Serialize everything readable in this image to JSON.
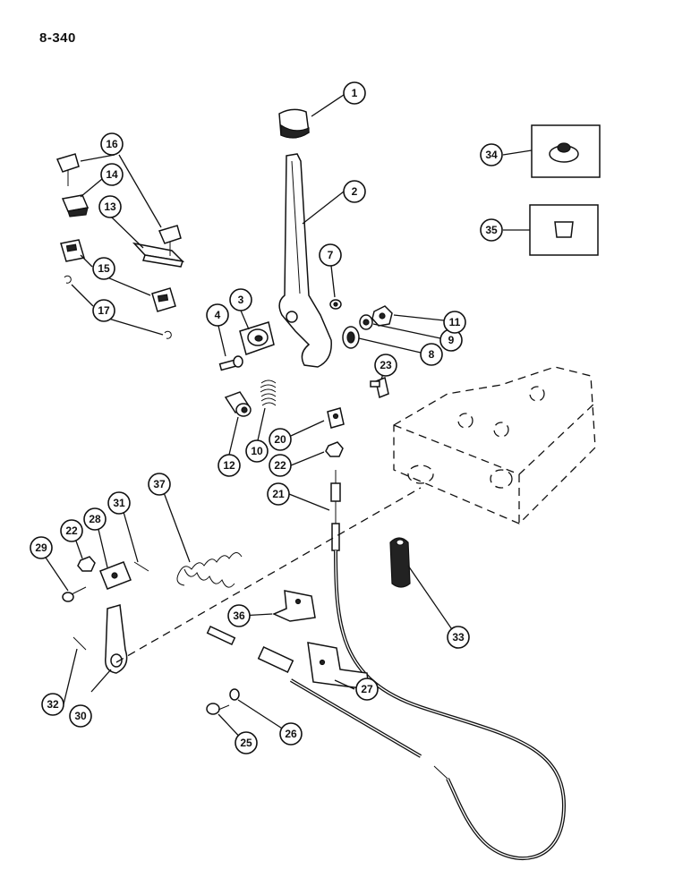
{
  "page": {
    "number": "8-340"
  },
  "callouts": [
    {
      "id": "1",
      "label": "1"
    },
    {
      "id": "2",
      "label": "2"
    },
    {
      "id": "3",
      "label": "3"
    },
    {
      "id": "4",
      "label": "4"
    },
    {
      "id": "7",
      "label": "7"
    },
    {
      "id": "8",
      "label": "8"
    },
    {
      "id": "9",
      "label": "9"
    },
    {
      "id": "10",
      "label": "10"
    },
    {
      "id": "11",
      "label": "11"
    },
    {
      "id": "12",
      "label": "12"
    },
    {
      "id": "13",
      "label": "13"
    },
    {
      "id": "14",
      "label": "14"
    },
    {
      "id": "15",
      "label": "15"
    },
    {
      "id": "16",
      "label": "16"
    },
    {
      "id": "17",
      "label": "17"
    },
    {
      "id": "20",
      "label": "20"
    },
    {
      "id": "21",
      "label": "21"
    },
    {
      "id": "22a",
      "label": "22"
    },
    {
      "id": "22b",
      "label": "22"
    },
    {
      "id": "23",
      "label": "23"
    },
    {
      "id": "25",
      "label": "25"
    },
    {
      "id": "26",
      "label": "26"
    },
    {
      "id": "27",
      "label": "27"
    },
    {
      "id": "28",
      "label": "28"
    },
    {
      "id": "29",
      "label": "29"
    },
    {
      "id": "30",
      "label": "30"
    },
    {
      "id": "31",
      "label": "31"
    },
    {
      "id": "32",
      "label": "32"
    },
    {
      "id": "33",
      "label": "33"
    },
    {
      "id": "34",
      "label": "34"
    },
    {
      "id": "35",
      "label": "35"
    },
    {
      "id": "36",
      "label": "36"
    },
    {
      "id": "37",
      "label": "37"
    }
  ]
}
